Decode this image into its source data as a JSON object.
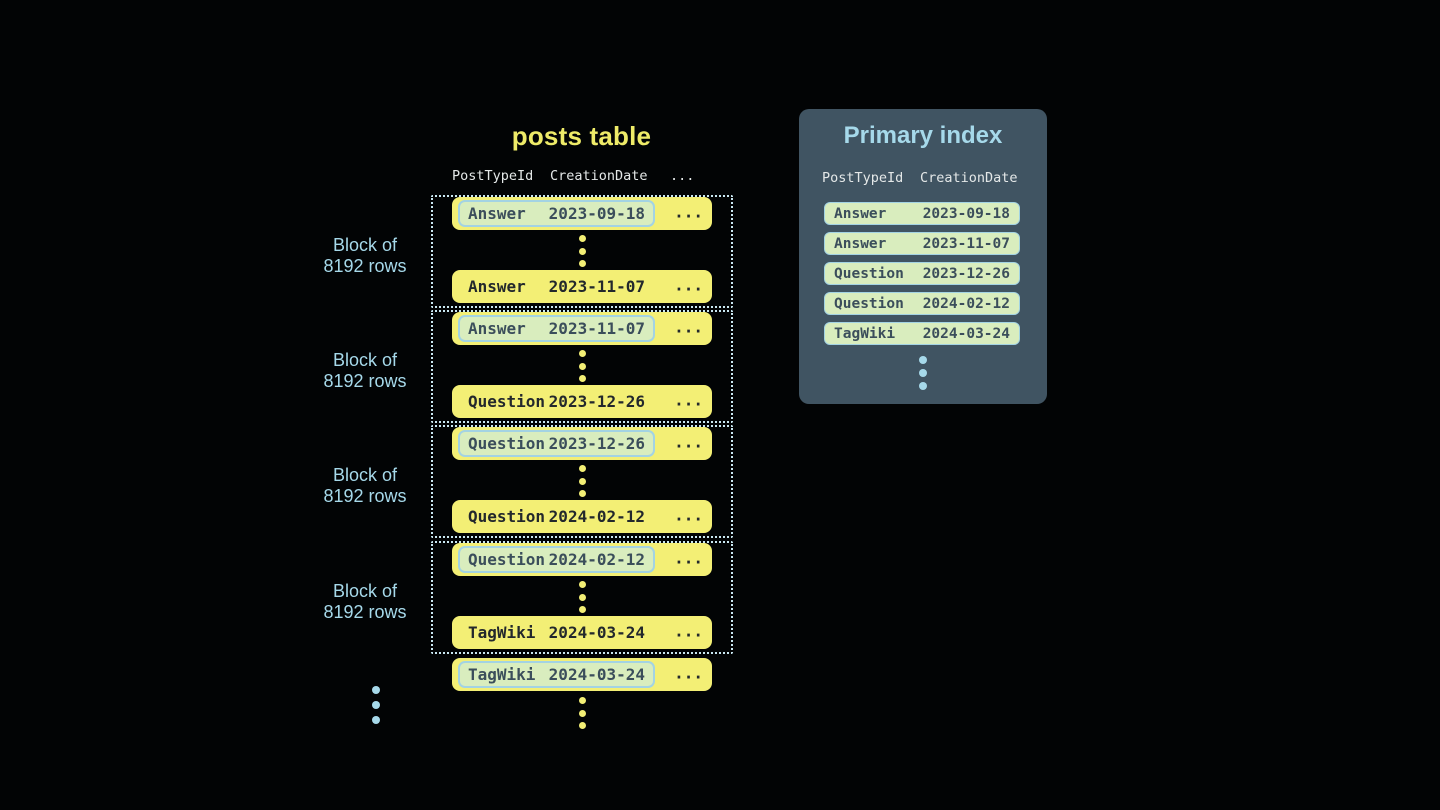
{
  "colors": {
    "background": "#020405",
    "row-yellow": "#f3ef75",
    "title-yellow": "#eeeb68",
    "accent-blue": "#a6d9ea",
    "pale-green": "#d9edbe",
    "highlight-border": "#a3d3e3",
    "dark-text": "#23282c",
    "slate-text": "#3b4e5b",
    "header-text": "#e4e8e8",
    "panel-bg": "#405462",
    "dotted-border": "#c9e7f1"
  },
  "posts_table": {
    "title": "posts table",
    "headers": [
      "PostTypeId",
      "CreationDate",
      "..."
    ],
    "ellipsis": "...",
    "block_label": [
      "Block of",
      "8192 rows"
    ],
    "blocks": [
      {
        "first": {
          "type": "Answer",
          "date": "2023-09-18"
        },
        "last": {
          "type": "Answer",
          "date": "2023-11-07"
        }
      },
      {
        "first": {
          "type": "Answer",
          "date": "2023-11-07"
        },
        "last": {
          "type": "Question",
          "date": "2023-12-26"
        }
      },
      {
        "first": {
          "type": "Question",
          "date": "2023-12-26"
        },
        "last": {
          "type": "Question",
          "date": "2024-02-12"
        }
      },
      {
        "first": {
          "type": "Question",
          "date": "2024-02-12"
        },
        "last": {
          "type": "TagWiki",
          "date": "2024-03-24"
        }
      }
    ],
    "overflow_row": {
      "type": "TagWiki",
      "date": "2024-03-24"
    }
  },
  "primary_index": {
    "title": "Primary index",
    "headers": [
      "PostTypeId",
      "CreationDate"
    ],
    "rows": [
      {
        "type": "Answer",
        "date": "2023-09-18"
      },
      {
        "type": "Answer",
        "date": "2023-11-07"
      },
      {
        "type": "Question",
        "date": "2023-12-26"
      },
      {
        "type": "Question",
        "date": "2024-02-12"
      },
      {
        "type": "TagWiki",
        "date": "2024-03-24"
      }
    ]
  }
}
